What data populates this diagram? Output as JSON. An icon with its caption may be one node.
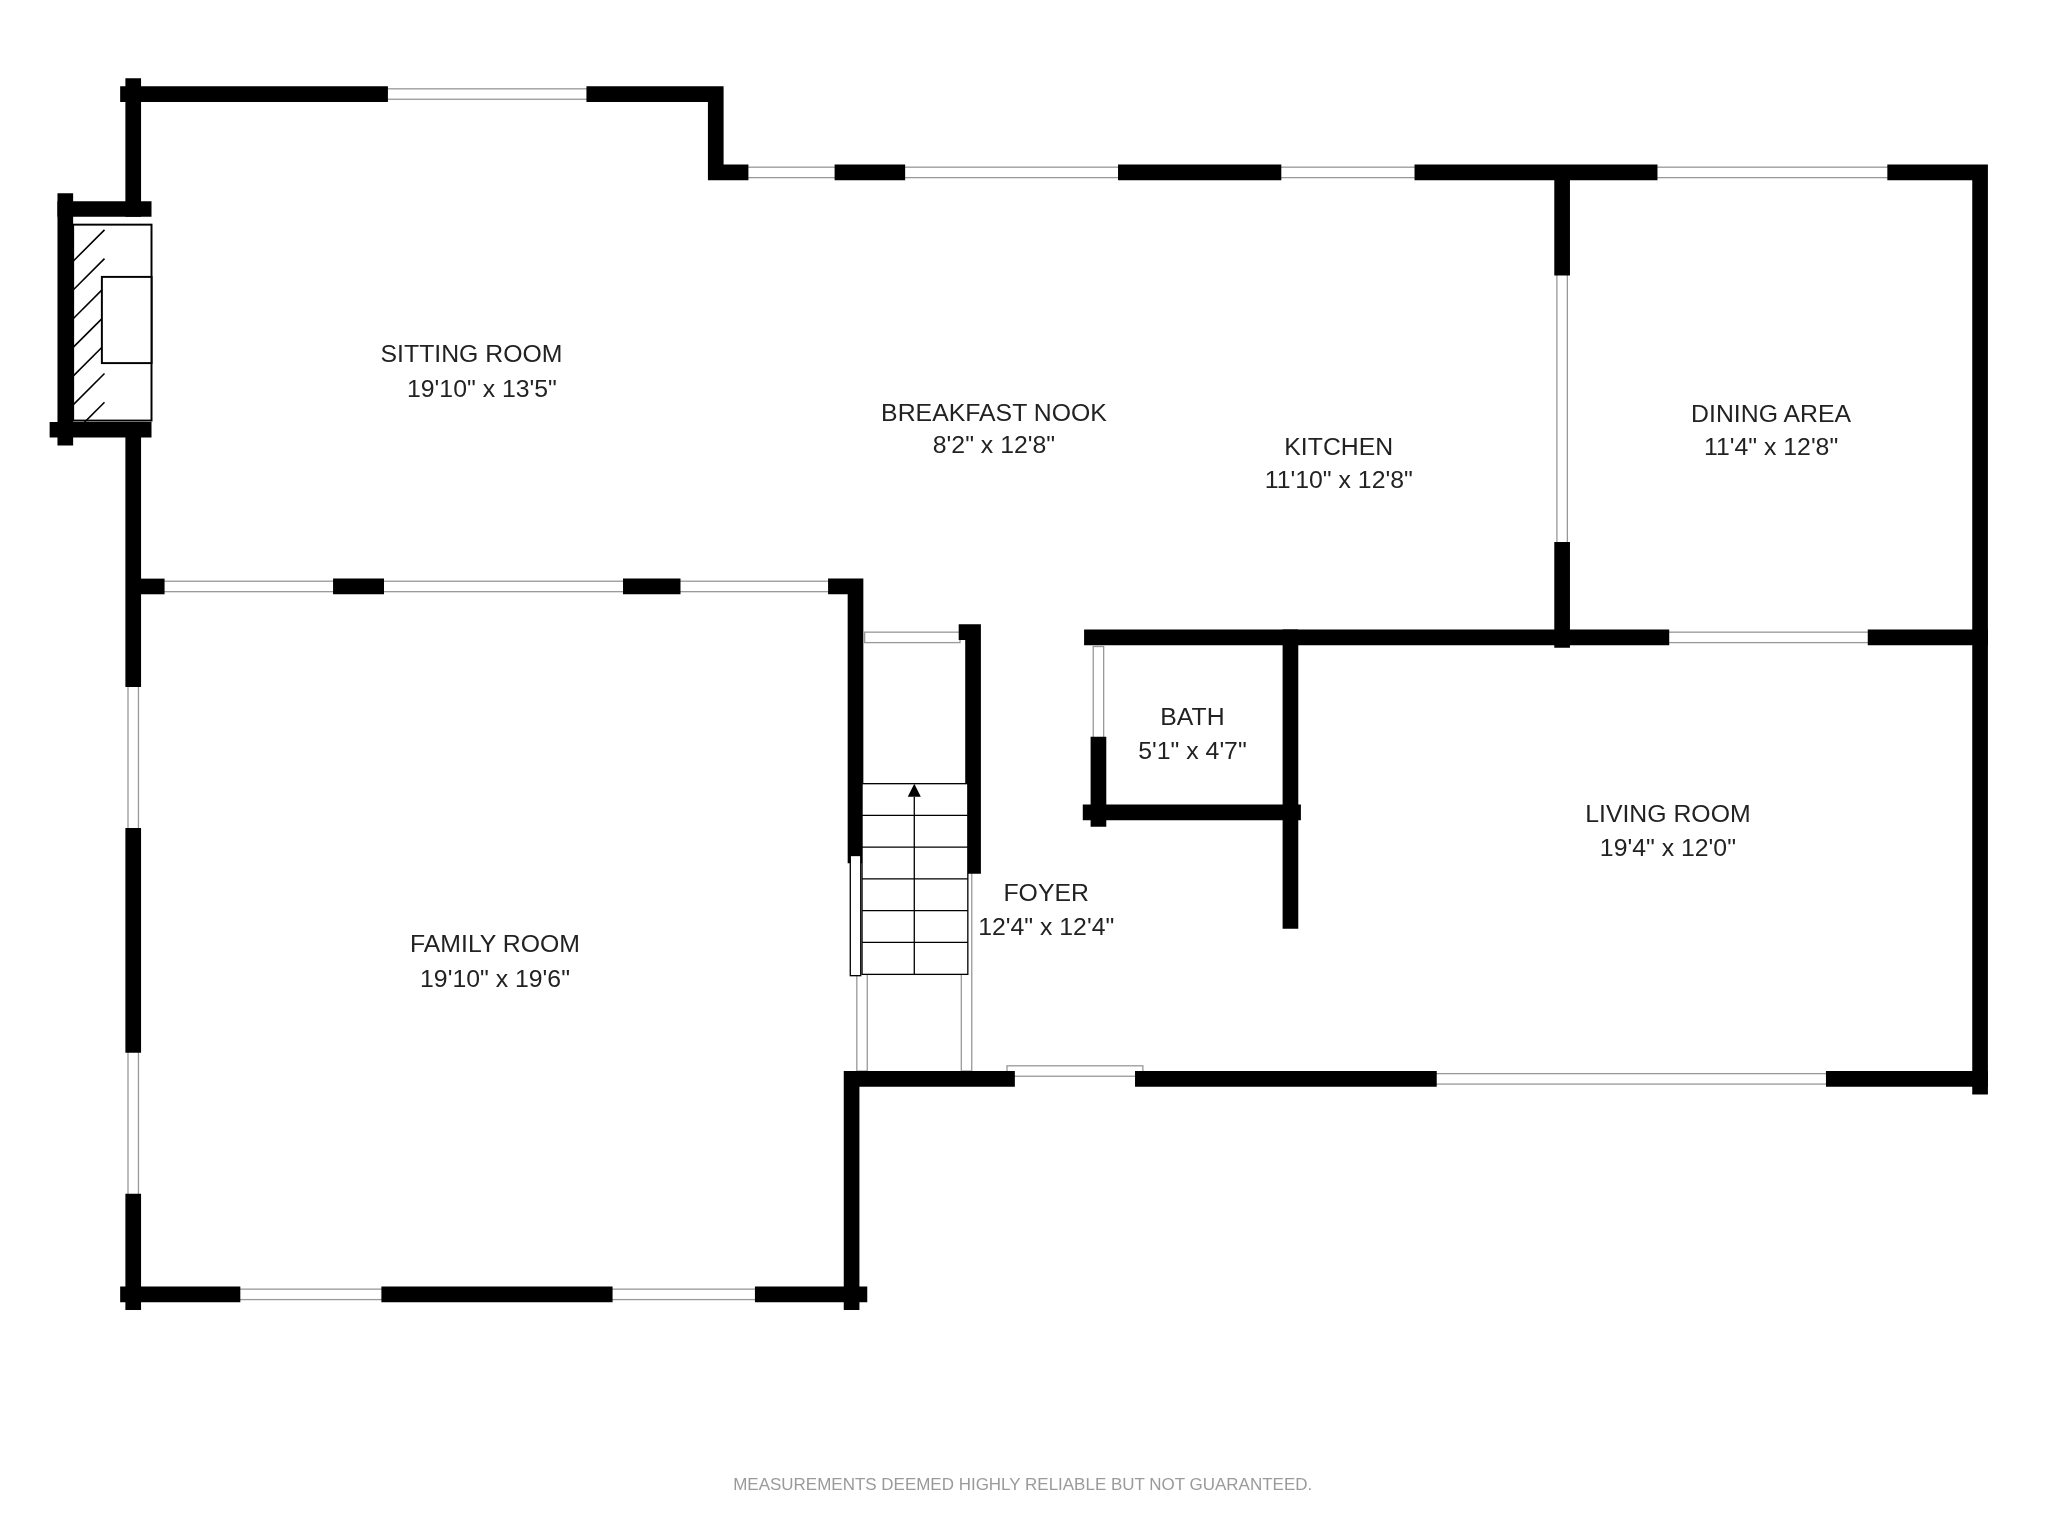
{
  "diagram": {
    "labels": [
      "SITTING ROOM",
      "19'10\" x 13'5\"",
      "BREAKFAST NOOK",
      "8'2\" x 12'8\"",
      "KITCHEN",
      "11'10\" x 12'8\"",
      "DINING AREA",
      "11'4\" x 12'8\"",
      "BATH",
      "5'1\" x 4'7\"",
      "LIVING ROOM",
      "19'4\" x 12'0\"",
      "FOYER",
      "12'4\" x 12'4\"",
      "FAMILY ROOM",
      "19'10\" x 19'6\"",
      "MEASUREMENTS DEEMED HIGHLY RELIABLE BUT NOT GUARANTEED."
    ]
  }
}
